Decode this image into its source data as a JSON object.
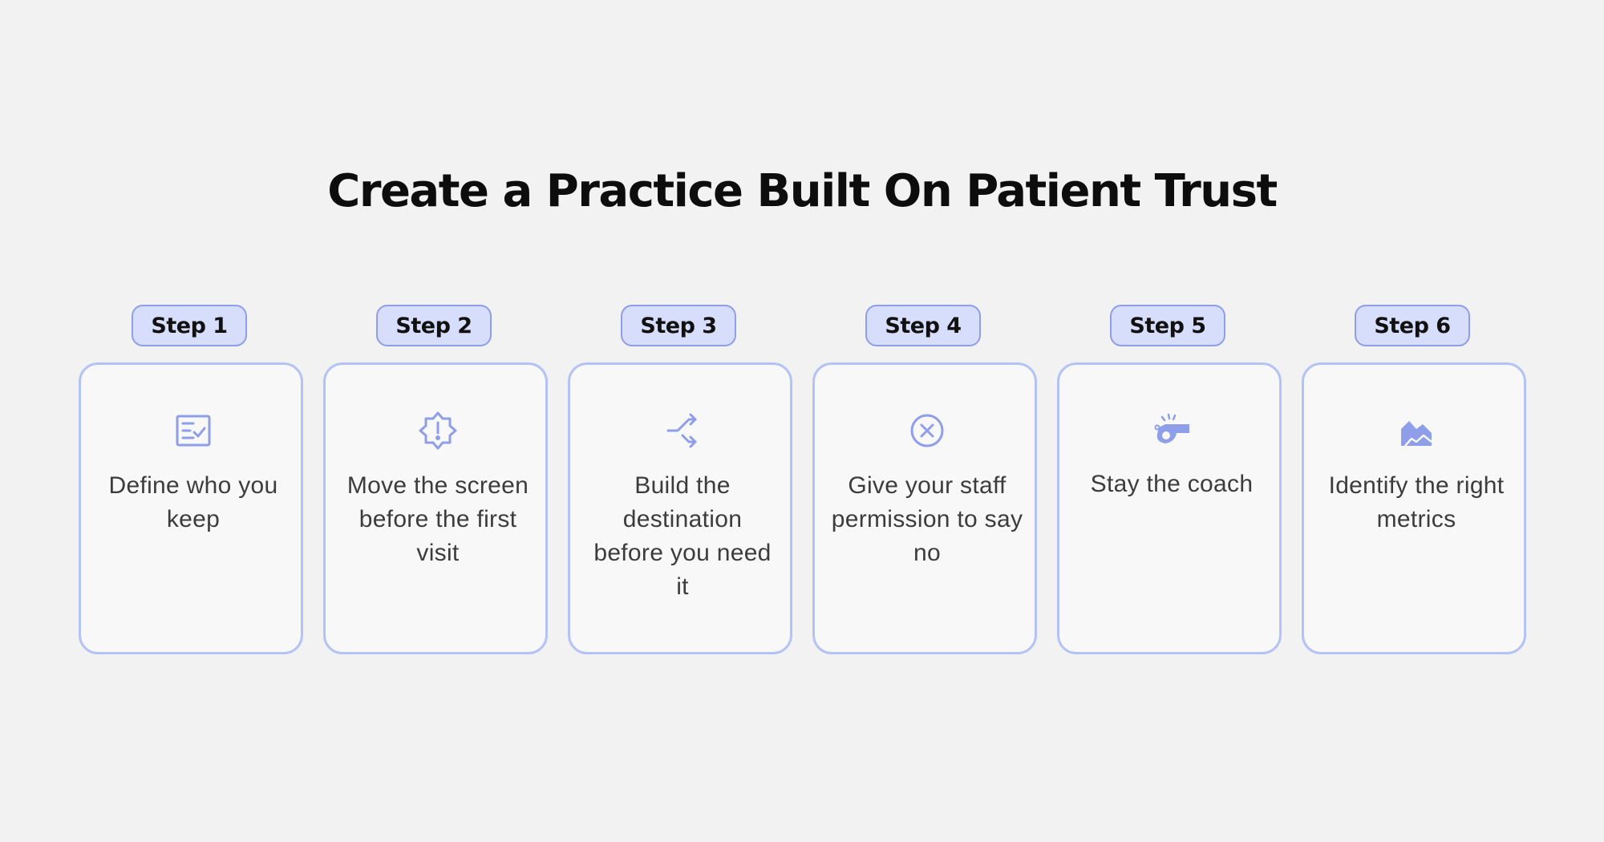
{
  "title": "Create a Practice Built On Patient Trust",
  "accent_color": "#8e9ee8",
  "steps": [
    {
      "badge": "Step 1",
      "text": "Define who you keep",
      "icon": "checklist-icon"
    },
    {
      "badge": "Step 2",
      "text": "Move the screen before the first visit",
      "icon": "alert-badge-icon"
    },
    {
      "badge": "Step 3",
      "text": "Build the destination before you need it",
      "icon": "shuffle-arrows-icon"
    },
    {
      "badge": "Step 4",
      "text": "Give your staff permission to say no",
      "icon": "x-circle-icon"
    },
    {
      "badge": "Step 5",
      "text": "Stay the coach",
      "icon": "whistle-icon"
    },
    {
      "badge": "Step 6",
      "text": "Identify the right metrics",
      "icon": "chart-area-icon"
    }
  ]
}
